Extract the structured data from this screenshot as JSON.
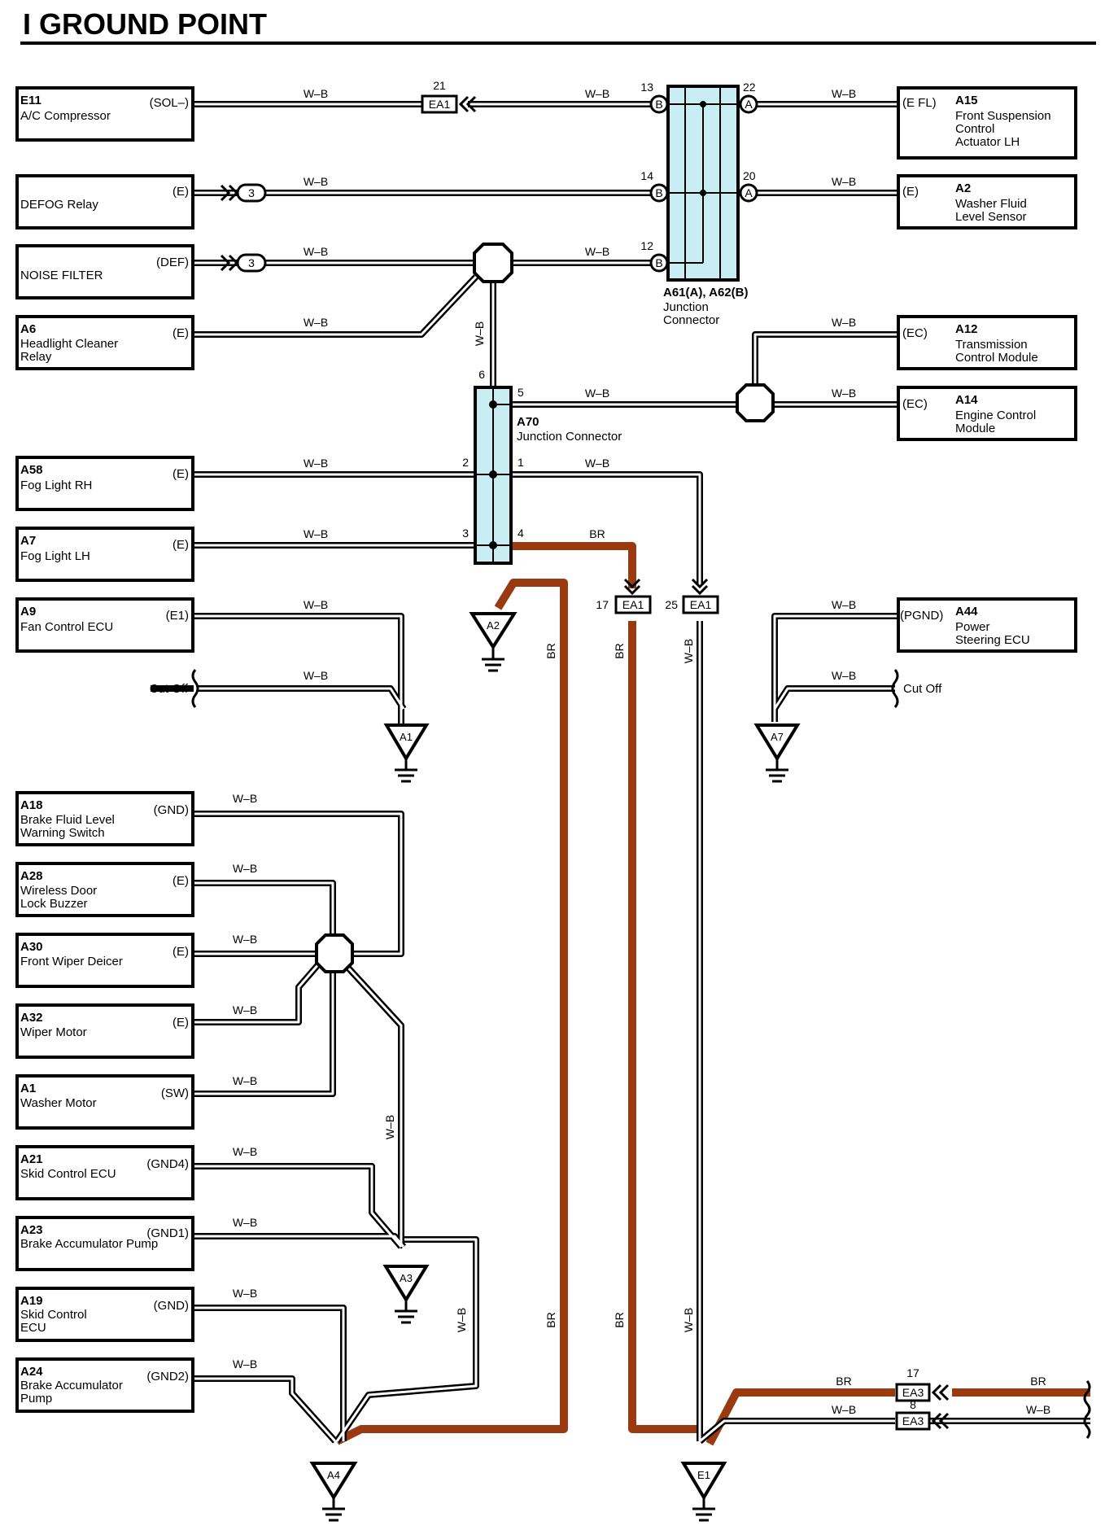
{
  "title": "I   GROUND POINT",
  "components": {
    "E11": {
      "id": "E11",
      "name": [
        "A/C Compressor"
      ],
      "terminal": "(SOL–)"
    },
    "DEFOG": {
      "id": "",
      "name": [
        "DEFOG Relay"
      ],
      "terminal": "(E)"
    },
    "NOISE": {
      "id": "",
      "name": [
        "NOISE FILTER"
      ],
      "terminal": "(DEF)"
    },
    "A6": {
      "id": "A6",
      "name": [
        "Headlight Cleaner",
        "Relay"
      ],
      "terminal": "(E)"
    },
    "A58": {
      "id": "A58",
      "name": [
        "Fog Light RH"
      ],
      "terminal": "(E)"
    },
    "A7": {
      "id": "A7",
      "name": [
        "Fog Light LH"
      ],
      "terminal": "(E)"
    },
    "A9": {
      "id": "A9",
      "name": [
        "Fan Control ECU"
      ],
      "terminal": "(E1)"
    },
    "A18": {
      "id": "A18",
      "name": [
        "Brake Fluid Level",
        "Warning Switch"
      ],
      "terminal": "(GND)"
    },
    "A28": {
      "id": "A28",
      "name": [
        "Wireless Door",
        "Lock Buzzer"
      ],
      "terminal": "(E)"
    },
    "A30": {
      "id": "A30",
      "name": [
        "Front Wiper Deicer"
      ],
      "terminal": "(E)"
    },
    "A32": {
      "id": "A32",
      "name": [
        "Wiper Motor"
      ],
      "terminal": "(E)"
    },
    "A1": {
      "id": "A1",
      "name": [
        "Washer Motor"
      ],
      "terminal": "(SW)"
    },
    "A21": {
      "id": "A21",
      "name": [
        "Skid Control ECU"
      ],
      "terminal": "(GND4)"
    },
    "A23": {
      "id": "A23",
      "name": [
        "Brake Accumulator Pump"
      ],
      "terminal": "(GND1)"
    },
    "A19": {
      "id": "A19",
      "name": [
        "Skid Control",
        "ECU"
      ],
      "terminal": "(GND)"
    },
    "A24": {
      "id": "A24",
      "name": [
        "Brake Accumulator",
        "Pump"
      ],
      "terminal": "(GND2)"
    },
    "A15": {
      "id": "A15",
      "name": [
        "Front Suspension",
        "Control",
        "Actuator LH"
      ],
      "terminal": "(E FL)"
    },
    "A2": {
      "id": "A2",
      "name": [
        "Washer Fluid",
        "Level Sensor"
      ],
      "terminal": "(E)"
    },
    "A12": {
      "id": "A12",
      "name": [
        "Transmission",
        "Control Module"
      ],
      "terminal": "(EC)"
    },
    "A14": {
      "id": "A14",
      "name": [
        "Engine Control",
        "Module"
      ],
      "terminal": "(EC)"
    },
    "A44": {
      "id": "A44",
      "name": [
        "Power",
        "Steering ECU"
      ],
      "terminal": "(PGND)"
    }
  },
  "junctions": {
    "a61": {
      "id": "A61(A), A62(B)",
      "name": [
        "Junction",
        "Connector"
      ],
      "pins": {
        "p13": "13",
        "p14": "14",
        "p12": "12",
        "p22": "22",
        "p20": "20"
      },
      "sides": {
        "B": "B",
        "A": "A"
      }
    },
    "a70": {
      "id": "A70",
      "name": [
        "Junction Connector"
      ],
      "pins": {
        "p6": "6",
        "p5": "5",
        "p2": "2",
        "p1": "1",
        "p3": "3",
        "p4": "4"
      }
    }
  },
  "connectors": {
    "ea1_21": {
      "name": "EA1",
      "pin": "21"
    },
    "ea1_17": {
      "name": "EA1",
      "pin": "17"
    },
    "ea1_25": {
      "name": "EA1",
      "pin": "25"
    },
    "ea3_17": {
      "name": "EA3",
      "pin": "17"
    },
    "ea3_8": {
      "name": "EA3",
      "pin": "8"
    },
    "defog_pin": "3",
    "noise_pin": "3"
  },
  "grounds": {
    "A2": "A2",
    "A1": "A1",
    "A7": "A7",
    "A3": "A3",
    "A4": "A4",
    "E1": "E1"
  },
  "wires": {
    "wb": "W–B",
    "br": "BR",
    "cut_off": "Cut Off"
  },
  "colors": {
    "wb_wire": "#000000",
    "br_wire": "#9a3a10",
    "junction_fill": "#c8eef4"
  }
}
